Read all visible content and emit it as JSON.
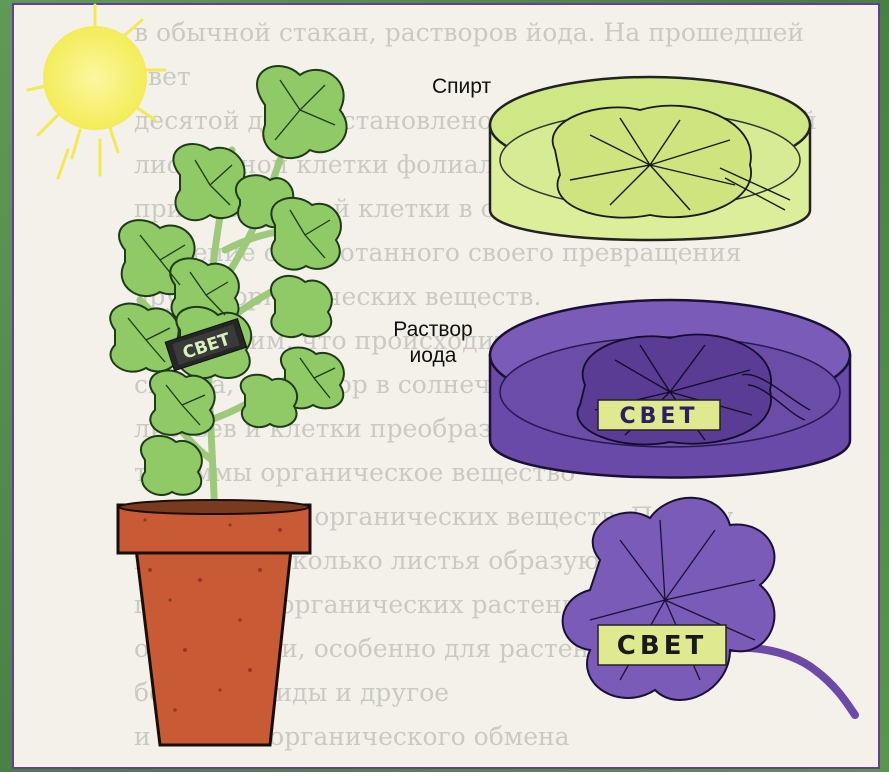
{
  "labels": {
    "spirit": "Спирт",
    "iodine_line1": "Раствор",
    "iodine_line2": "иода",
    "tag": "СВЕТ"
  },
  "background_text": "в обычной стакан, растворов йода. На прошедшей свет\nдесятой дней, установлено, что полигон спиртовой\nлиственной клетки фолиального обработаны и\nприготовленной клетки в спирте растворили\nрастение обработанного своего превращения\nдругие органических веществ.\nПосмотрим, что происходит под действием\nспирта, с раствор в солнечном свете. Раствор\nлистьев и клетки преобразование\nталаммы органическое вещество\nОбразование органических веществ. Почему\nвопрос, во сколько листья образуют\nпри опыте органических растений\nоной клетки, особенно для растений,\nбелок, липиды и другое\nи белки и органического обмена\nфотосинтез или хлоропласт,",
  "colors": {
    "frame_green": "#4f8b4a",
    "border_purple": "#6c3b95",
    "sun_yellow": "#f7f27a",
    "leaf_green": "#8fca66",
    "spirit_fill": "#dcee9a",
    "iodine_purple": "#6a4aa8",
    "pot_red": "#c85a35"
  }
}
